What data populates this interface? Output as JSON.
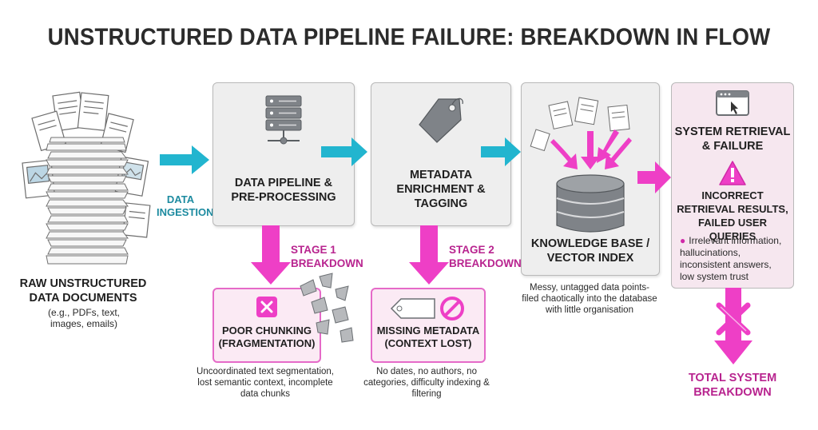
{
  "title": "UNSTRUCTURED DATA PIPELINE FAILURE: BREAKDOWN IN FLOW",
  "colors": {
    "teal_arrow": "#22b5cf",
    "pink_arrow": "#ee3fc6",
    "pink_border": "#e56ac8",
    "box_bg": "#eeeeee"
  },
  "source": {
    "icon": "document-stack-icon",
    "label": "RAW UNSTRUCTURED DATA DOCUMENTS",
    "caption": "(e.g., PDFs, text, images, emails)"
  },
  "ingestion_label": "DATA INGESTION",
  "stages": [
    {
      "icon": "server-icon",
      "label": "DATA PIPELINE & PRE-PROCESSING"
    },
    {
      "icon": "tag-icon",
      "label": "METADATA ENRICHMENT & TAGGING"
    },
    {
      "icon": "database-icon",
      "label": "KNOWLEDGE BASE / VECTOR INDEX",
      "caption": "Messy, untagged data points- filed chaotically into the database with little organisation"
    },
    {
      "icon": "browser-window-icon",
      "label": "SYSTEM RETRIEVAL & FAILURE",
      "alert": "INCORRECT RETRIEVAL RESULTS, FAILED USER QUERIES",
      "bullet": "Irrelevant information, hallucinations, inconsistent answers, low system trust"
    }
  ],
  "breakdowns": [
    {
      "label": "STAGE 1 BREAKDOWN",
      "box_title": "POOR CHUNKING (FRAGMENTATION)",
      "icon": "x-mark-icon",
      "caption": "Uncoordinated text segmentation, lost semantic context, incomplete data chunks"
    },
    {
      "label": "STAGE 2 BREAKDOWN",
      "box_title": "MISSING METADATA (CONTEXT LOST)",
      "icon": "blank-tag-prohibited-icon",
      "caption": "No dates, no authors, no categories, difficulty indexing & filtering"
    }
  ],
  "final": {
    "label": "TOTAL SYSTEM BREAKDOWN"
  }
}
